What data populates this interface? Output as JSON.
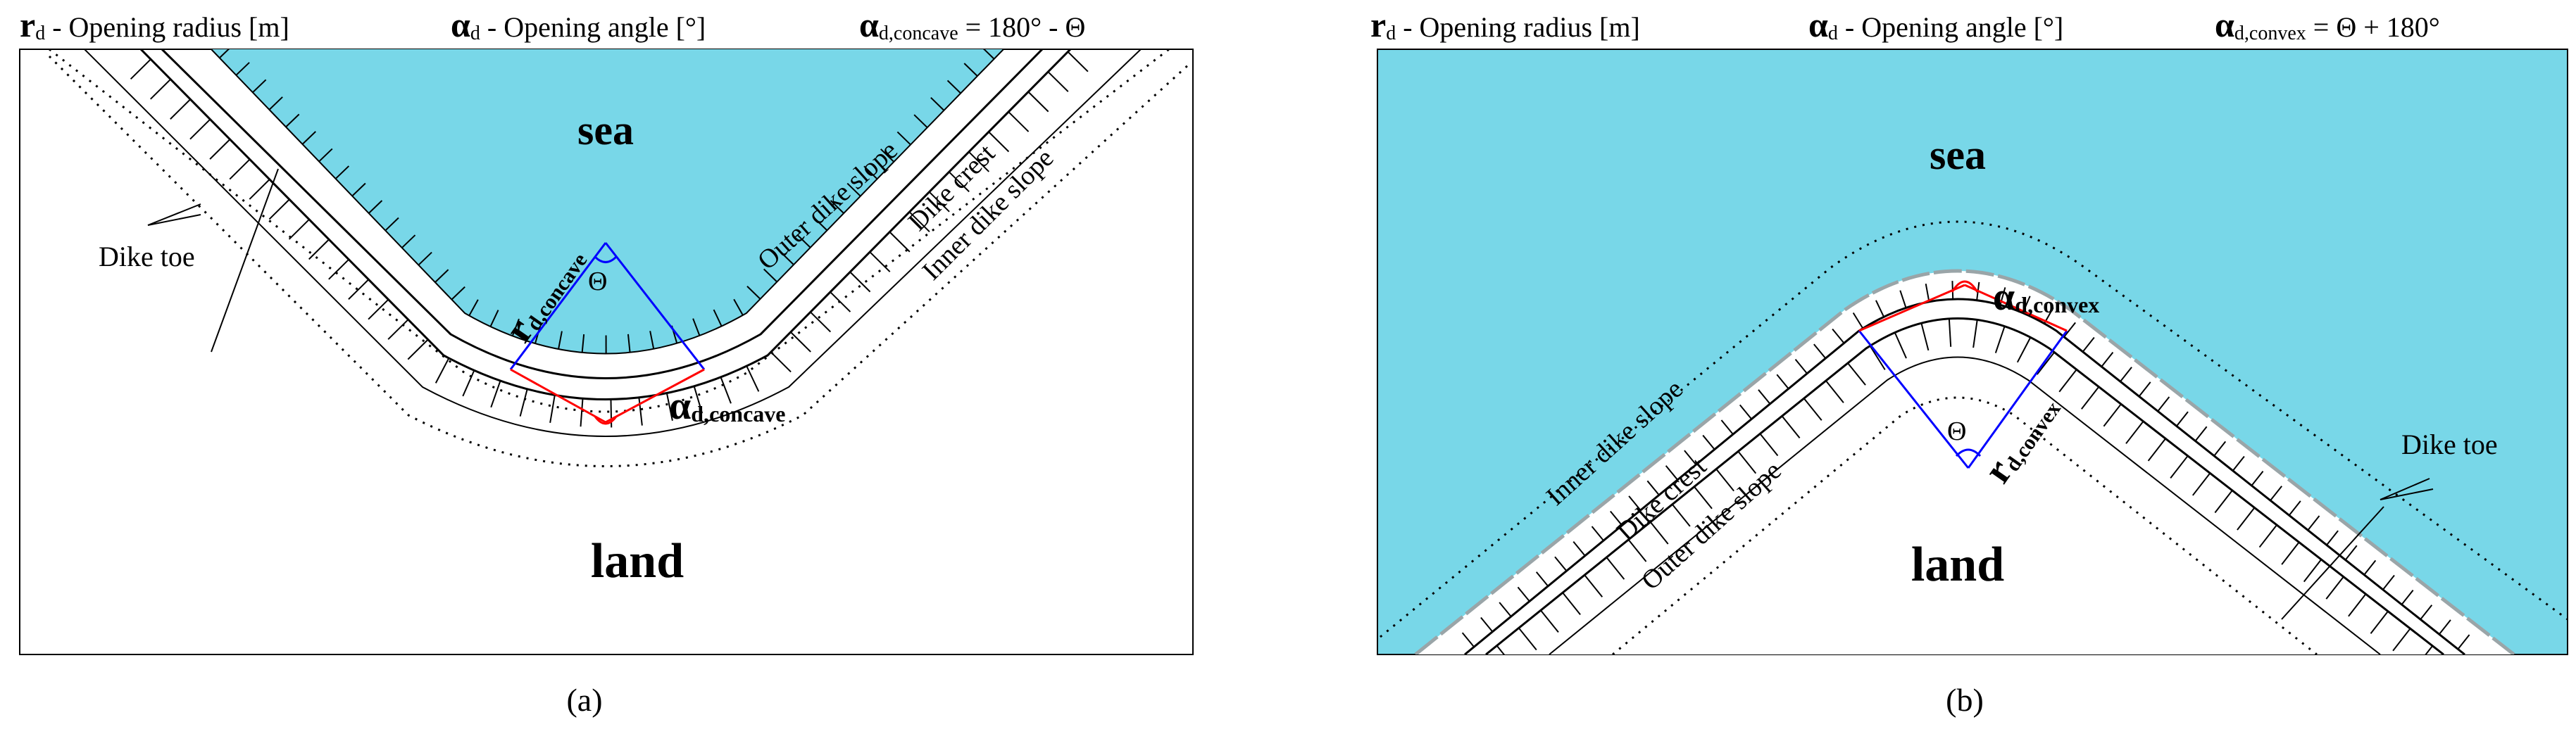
{
  "colors": {
    "sea": "#78d7e8",
    "dike": "#000000",
    "radius_line": "#0000ff",
    "angle_line": "#ff0000",
    "sea_edge": "#9aa5a8"
  },
  "panel_a": {
    "header": {
      "r_symbol": "r",
      "r_sub": "d",
      "r_text": " - Opening radius [m]",
      "alpha_symbol": "α",
      "alpha_sub": "d",
      "alpha_text": " - Opening angle [°]",
      "formula_symbol": "α",
      "formula_sub": "d,concave",
      "formula_text": " = 180° - Θ"
    },
    "sea_label": "sea",
    "land_label": "land",
    "dike_toe_label": "Dike toe",
    "outer_slope_label": "Outer dike slope",
    "crest_label": "Dike crest",
    "inner_slope_label": "Inner dike slope",
    "radius_symbol": "r",
    "radius_sub": "d,concave",
    "theta_label": "Θ",
    "alpha_symbol": "α",
    "alpha_sub": "d,concave",
    "caption": "(a)"
  },
  "panel_b": {
    "header": {
      "r_symbol": "r",
      "r_sub": "d",
      "r_text": " - Opening radius [m]",
      "alpha_symbol": "α",
      "alpha_sub": "d",
      "alpha_text": " - Opening angle [°]",
      "formula_symbol": "α",
      "formula_sub": "d,convex",
      "formula_text": " = Θ + 180°"
    },
    "sea_label": "sea",
    "land_label": "land",
    "dike_toe_label": "Dike toe",
    "outer_slope_label": "Outer dike slope",
    "crest_label": "Dike crest",
    "inner_slope_label": "Inner dike slope",
    "radius_symbol": "r",
    "radius_sub": "d,convex",
    "theta_label": "Θ",
    "alpha_symbol": "α",
    "alpha_sub": "d,convex",
    "caption": "(b)"
  }
}
